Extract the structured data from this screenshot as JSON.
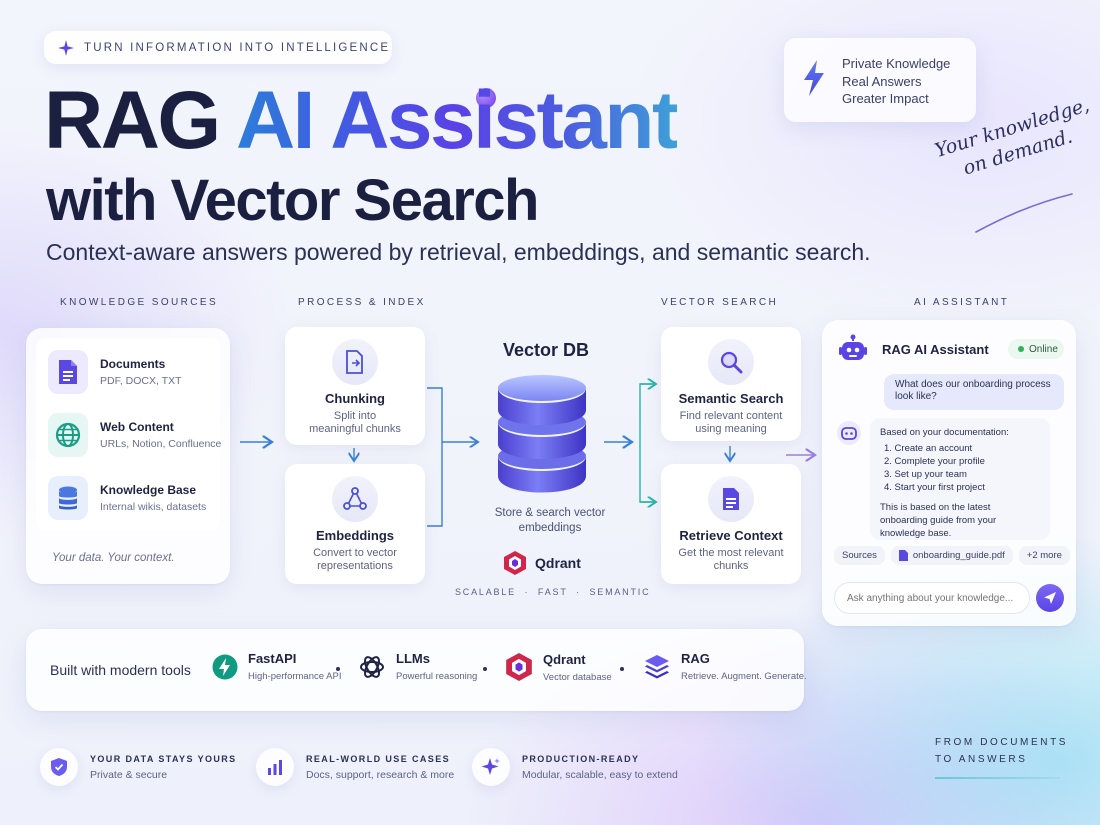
{
  "header": {
    "tag": "TURN INFORMATION INTO INTELLIGENCE",
    "title_part1": "RAG",
    "title_part2": "AI Assistant",
    "title_line2": "with Vector Search",
    "tagline": "Context-aware answers powered by retrieval, embeddings, and semantic search."
  },
  "highlight_card": {
    "lines": [
      "Private Knowledge",
      "Real Answers",
      "Greater Impact"
    ]
  },
  "handwritten": [
    "Your knowledge,",
    "on demand."
  ],
  "sections": {
    "knowledge_sources": "KNOWLEDGE SOURCES",
    "process_index": "PROCESS & INDEX",
    "vector_search": "VECTOR SEARCH",
    "ai_assistant": "AI ASSISTANT"
  },
  "knowledge_sources": {
    "items": [
      {
        "name": "Documents",
        "desc": "PDF, DOCX, TXT",
        "icon": "document-icon"
      },
      {
        "name": "Web Content",
        "desc": "URLs, Notion, Confluence",
        "icon": "globe-icon"
      },
      {
        "name": "Knowledge Base",
        "desc": "Internal wikis, datasets",
        "icon": "database-icon"
      }
    ],
    "footer": "Your data. Your context."
  },
  "process": [
    {
      "name": "Chunking",
      "desc": "Split into meaningful chunks",
      "icon": "file-split-icon"
    },
    {
      "name": "Embeddings",
      "desc": "Convert to vector representations",
      "icon": "nodes-icon"
    }
  ],
  "vector_db": {
    "title": "Vector DB",
    "desc": "Store & search vector embeddings",
    "brand": "Qdrant",
    "tags": "SCALABLE  ·  FAST  ·  SEMANTIC"
  },
  "vector_search": [
    {
      "name": "Semantic Search",
      "desc": "Find relevant content using meaning",
      "icon": "magnifier-icon"
    },
    {
      "name": "Retrieve Context",
      "desc": "Get the most relevant chunks",
      "icon": "document-icon"
    }
  ],
  "assistant": {
    "title": "RAG AI Assistant",
    "status": "Online",
    "user_message": "What does our onboarding process look like?",
    "bot_intro": "Based on your documentation:",
    "bot_steps": [
      "1.  Create an account",
      "2.  Complete your profile",
      "3.  Set up your team",
      "4.  Start your first project"
    ],
    "bot_footer": "This is based on the latest onboarding guide from your knowledge base.",
    "sources_label": "Sources",
    "source_file": "onboarding_guide.pdf",
    "more_sources": "+2 more",
    "input_placeholder": "Ask anything about your knowledge..."
  },
  "tools": {
    "lead": "Built with modern tools",
    "items": [
      {
        "name": "FastAPI",
        "desc": "High-performance API",
        "icon": "fastapi-icon",
        "color": "#0f9b82"
      },
      {
        "name": "LLMs",
        "desc": "Powerful reasoning",
        "icon": "openai-icon",
        "color": "#1e2342"
      },
      {
        "name": "Qdrant",
        "desc": "Vector database",
        "icon": "qdrant-icon",
        "color": "#d0264c"
      },
      {
        "name": "RAG",
        "desc": "Retrieve. Augment. Generate.",
        "icon": "layers-icon",
        "color": "#4b3fd8"
      }
    ]
  },
  "features": [
    {
      "title": "YOUR DATA STAYS YOURS",
      "desc": "Private & secure",
      "icon": "shield-icon"
    },
    {
      "title": "REAL-WORLD USE CASES",
      "desc": "Docs, support, research & more",
      "icon": "bar-chart-icon"
    },
    {
      "title": "PRODUCTION-READY",
      "desc": "Modular, scalable, easy to extend",
      "icon": "sparkle-icon"
    }
  ],
  "corner": [
    "FROM DOCUMENTS",
    "TO ANSWERS"
  ],
  "colors": {
    "accent": "#5a44e6",
    "arrow": "#3a7fd8",
    "online": "#2fb35a"
  }
}
